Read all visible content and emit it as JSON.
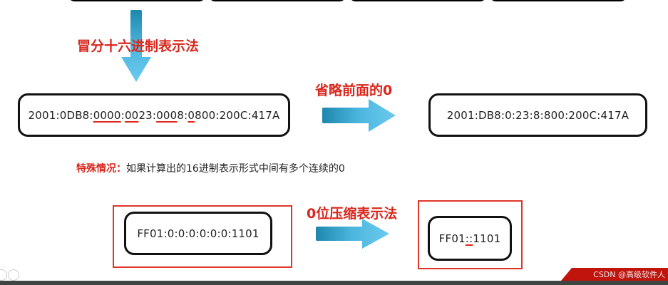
{
  "slide": {
    "top_boxes_count": 4,
    "colon_hex_label": "冒分十六进制表示法",
    "full_address": {
      "segments": [
        {
          "text": "2001:0DB8:",
          "underline": false
        },
        {
          "text": "0000",
          "underline": true
        },
        {
          "text": ":",
          "underline": false
        },
        {
          "text": "00",
          "underline": true
        },
        {
          "text": "23:",
          "underline": false
        },
        {
          "text": "000",
          "underline": true
        },
        {
          "text": "8:",
          "underline": false
        },
        {
          "text": "0",
          "underline": true
        },
        {
          "text": "800:200C:417A",
          "underline": false
        }
      ]
    },
    "omit_zero_label": "省略前面的0",
    "short_address": "2001:DB8:0:23:8:800:200C:417A",
    "special_case": {
      "label": "特殊情况：",
      "text": "如果计算出的16进制表示形式中间有多个连续的0"
    },
    "zero_run_address": "FF01:0:0:0:0:0:0:1101",
    "zero_compress_label": "0位压缩表示法",
    "compressed_address": {
      "before": "FF01",
      "double_colon": "::",
      "after": "1101"
    },
    "watermark": "CSDN @高级软件人"
  },
  "colors": {
    "red": "#d9261c",
    "arrow_light": "#5fc3e8",
    "arrow_dark": "#1d87ad",
    "bottom_bar": "#3f4542"
  }
}
